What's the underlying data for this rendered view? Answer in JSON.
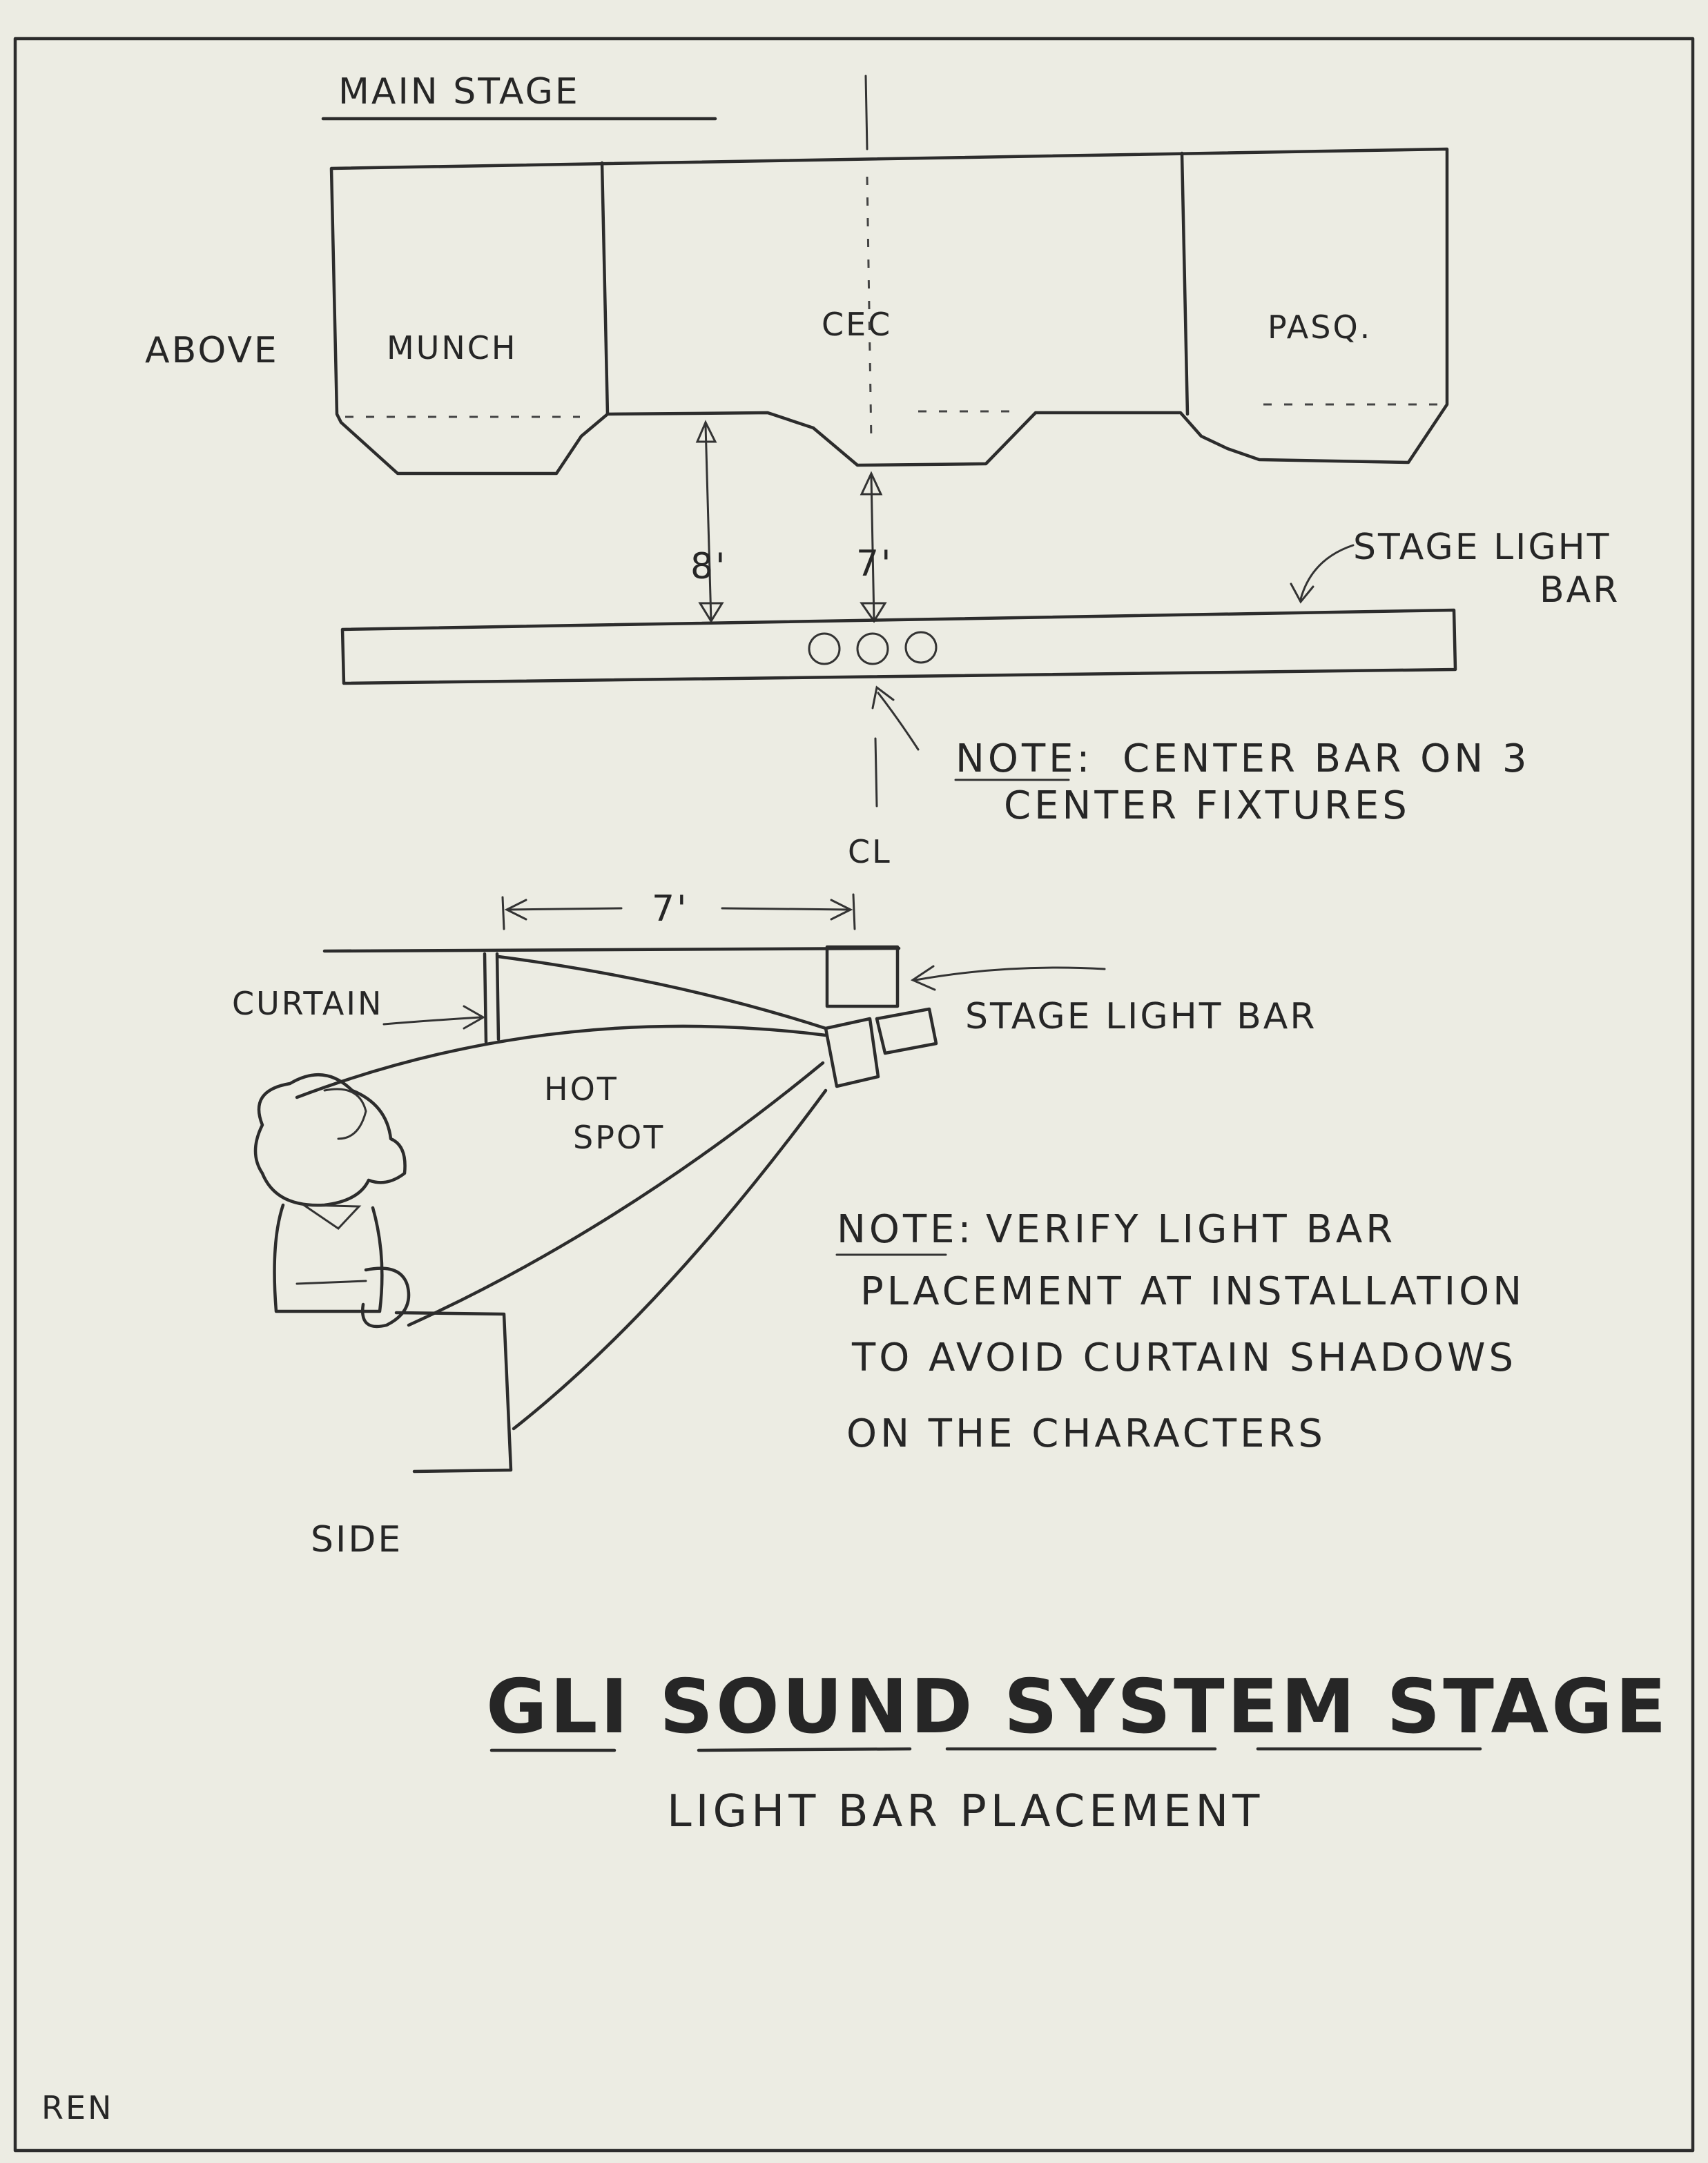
{
  "labels": {
    "main_stage": "MAIN STAGE",
    "above": "ABOVE",
    "side": "SIDE",
    "munch": "MUNCH",
    "cec": "CEC",
    "pasq": "PASQ.",
    "dim_8": "8'",
    "dim_7_top": "7'",
    "dim_7_side": "7'",
    "stage_light_bar_top_1": "STAGE LIGHT",
    "stage_light_bar_top_2": "BAR",
    "stage_light_bar_side": "STAGE LIGHT BAR",
    "cl": "CL",
    "curtain": "CURTAIN",
    "hot_spot_1": "HOT",
    "hot_spot_2": "SPOT",
    "signature": "REN"
  },
  "notes": {
    "note1_prefix": "NOTE:",
    "note1_line1": "CENTER BAR ON 3",
    "note1_line2": "CENTER FIXTURES",
    "note2_prefix": "NOTE:",
    "note2_line1": "VERIFY LIGHT BAR",
    "note2_line2": "PLACEMENT AT INSTALLATION",
    "note2_line3": "TO AVOID CURTAIN SHADOWS",
    "note2_line4": "ON THE CHARACTERS"
  },
  "title": {
    "main": "GLI SOUND SYSTEM STAGE",
    "sub": "LIGHT BAR PLACEMENT"
  }
}
